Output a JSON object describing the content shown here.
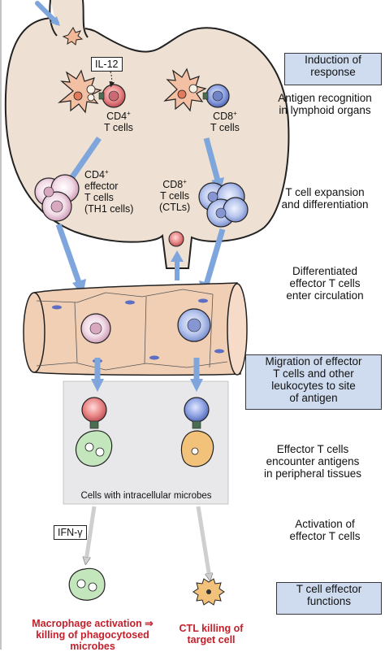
{
  "labels": {
    "il12": "IL-12",
    "cd4_cells": [
      "CD4",
      "T cells"
    ],
    "cd8_cells": [
      "CD8",
      "T cells"
    ],
    "cd4_effector": [
      "CD4",
      "effector",
      "T cells",
      "(TH1 cells)"
    ],
    "cd8_effector": [
      "CD8",
      "T cells",
      "(CTLs)"
    ],
    "sup_plus": "+",
    "intracellular": "Cells with intracellular microbes",
    "ifn": "IFN-γ",
    "macrophage_outcome": [
      "Macrophage activation ⇒",
      "killing of phagocytosed",
      "microbes"
    ],
    "ctl_outcome": [
      "CTL killing of",
      "target cell"
    ]
  },
  "steps": [
    {
      "lines": [
        "Induction of",
        "response"
      ],
      "boxed": true
    },
    {
      "lines": [
        "Antigen recognition",
        "in lymphoid organs"
      ],
      "boxed": false
    },
    {
      "lines": [
        "T cell expansion",
        "and differentiation"
      ],
      "boxed": false
    },
    {
      "lines": [
        "Differentiated",
        "effector T cells",
        "enter circulation"
      ],
      "boxed": false
    },
    {
      "lines": [
        "Migration of effector",
        "T cells and other",
        "leukocytes to site",
        "of antigen"
      ],
      "boxed": true
    },
    {
      "lines": [
        "Effector T cells",
        "encounter antigens",
        "in peripheral tissues"
      ],
      "boxed": false
    },
    {
      "lines": [
        "Activation of",
        "effector T cells"
      ],
      "boxed": false
    },
    {
      "lines": [
        "T cell effector",
        "functions"
      ],
      "boxed": true
    }
  ],
  "colors": {
    "lymph_node": "#eee1d3",
    "cd4_cell": "#e9c6d6",
    "cd8_cell": "#b3c1e8",
    "vessel": "#f1cfb5",
    "arrow": "#7ea6dc",
    "tissue": "#e8e8ea",
    "macrophage": "#c3e6bd",
    "target_cell": "#f3c27a",
    "step_box": "#cfdcef",
    "outcome_text": "#c4202c"
  }
}
